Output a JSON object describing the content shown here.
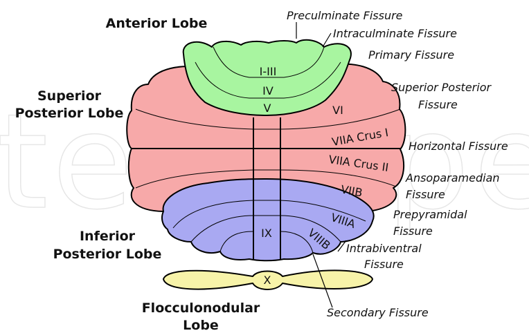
{
  "colors": {
    "anterior": "#a8f5a0",
    "superior_posterior": "#f7a9a9",
    "inferior_posterior": "#a9a9f2",
    "flocculonodular": "#f7f3a9"
  },
  "watermark": "techopen",
  "lobes": {
    "anterior": "Anterior Lobe",
    "superior_posterior": [
      "Superior",
      "Posterior Lobe"
    ],
    "inferior_posterior": [
      "Inferior",
      "Posterior Lobe"
    ],
    "flocculonodular": [
      "Flocculonodular",
      "Lobe"
    ]
  },
  "fissures": {
    "preculminate": "Preculminate Fissure",
    "intraculminate": "Intraculminate Fissure",
    "primary": "Primary Fissure",
    "superior_posterior": [
      "Superior Posterior",
      "Fissure"
    ],
    "horizontal": "Horizontal Fissure",
    "ansoparamedian": [
      "Ansoparamedian",
      "Fissure"
    ],
    "prepyramidal": [
      "Prepyramidal",
      "Fissure"
    ],
    "intrabiventral": [
      "Intrabiventral",
      "Fissure"
    ],
    "secondary": "Secondary Fissure"
  },
  "lobules": {
    "i_iii": "I-III",
    "iv": "IV",
    "v": "V",
    "vi": "VI",
    "viia_crus1": "VIIA Crus I",
    "viia_crus2": "VIIA Crus II",
    "viib": "VIIB",
    "viiia": "VIIIA",
    "viiib": "VIIIB",
    "ix": "IX",
    "x": "X"
  }
}
